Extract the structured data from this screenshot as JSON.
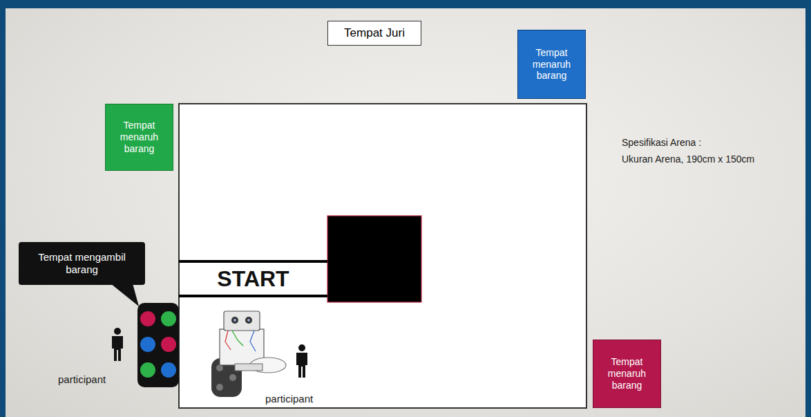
{
  "diagram": {
    "nodes": [
      {
        "text": [
          "Tempat Juri"
        ]
      },
      {
        "text": [
          "Tempat menaruh barang"
        ]
      },
      {
        "text": [
          "Tempat menaruh barang"
        ]
      },
      {
        "text": [
          "Tempat mengambil barang"
        ]
      },
      {
        "text": [
          "START"
        ]
      },
      {
        "text": [
          "Tempat menaruh barang"
        ]
      }
    ],
    "labels": [
      "Spesifikasi Arena :",
      "Ukuran Arena, 190cm x 150cm",
      "participant",
      "participant"
    ]
  }
}
